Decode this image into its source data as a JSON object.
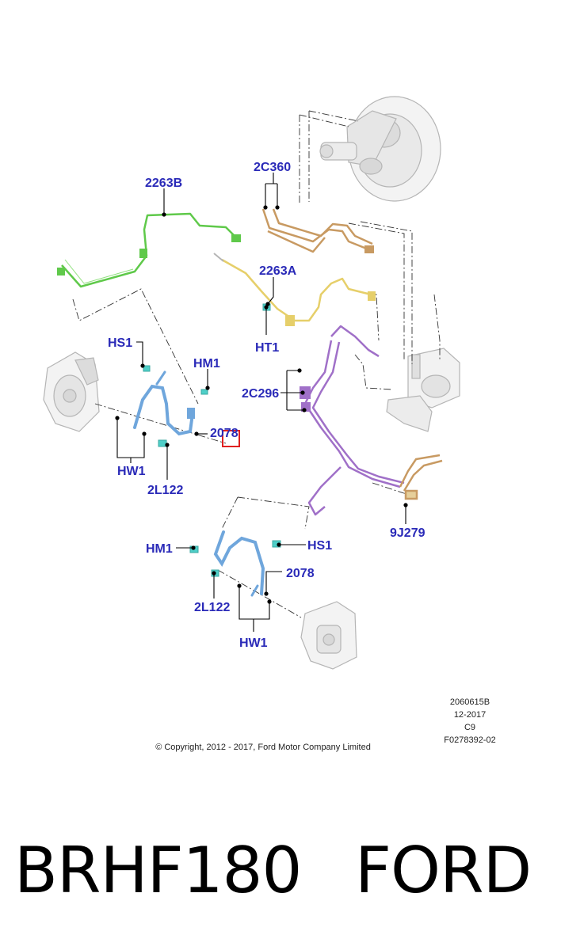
{
  "callouts": {
    "c_2263b": "2263B",
    "c_2c360": "2C360",
    "c_2263a": "2263A",
    "c_ht1": "HT1",
    "c_hs1_top": "HS1",
    "c_hm1_top": "HM1",
    "c_2078_top": "2078",
    "c_2c296": "2C296",
    "c_hw1_top": "HW1",
    "c_2l122_top": "2L122",
    "c_9j279": "9J279",
    "c_hm1_bottom": "HM1",
    "c_hs1_bottom": "HS1",
    "c_2078_bottom": "2078",
    "c_2l122_bottom": "2L122",
    "c_hw1_bottom": "HW1"
  },
  "meta": {
    "code": "2060615B",
    "date": "12-2017",
    "variant": "C9",
    "figure": "F0278392-02",
    "copyright": "© Copyright, 2012 - 2017, Ford Motor Company Limited"
  },
  "caption": {
    "part_number": "BRHF180",
    "brand": "FORD"
  },
  "colors": {
    "callout_text": "#2a2ab8",
    "line_2263b": "#5fc94a",
    "line_2263a": "#e6cf6a",
    "line_2c360": "#c89a62",
    "line_2c296": "#a070c8",
    "hose_2078": "#6fa6dc",
    "fitting": "#4fcfc8",
    "highlight_box": "#e02020"
  }
}
